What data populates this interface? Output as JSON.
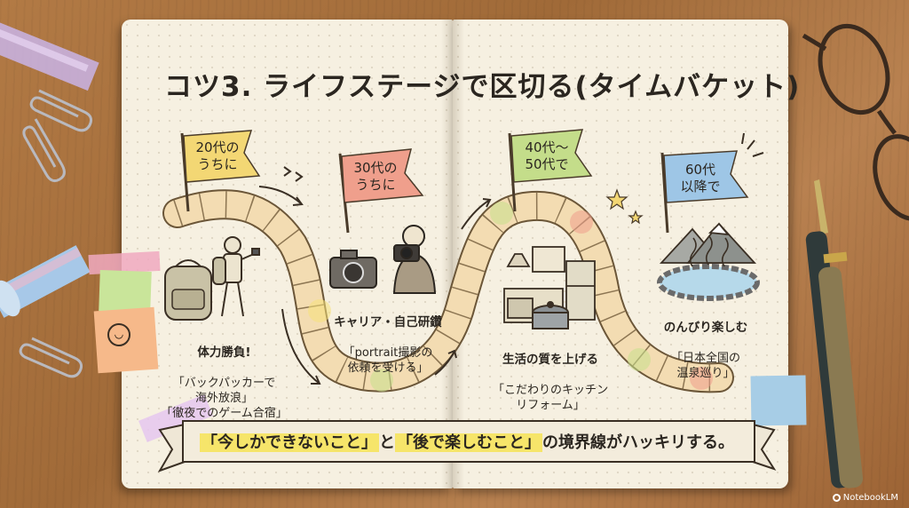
{
  "title": "コツ3. ライフステージで区切る(タイムバケット)",
  "stages": [
    {
      "flag": "20代の\nうちに",
      "heading": "体力勝負!",
      "body": "「バックパッカーで\n海外放浪」\n「徹夜でのゲーム合宿」",
      "flag_color": "#f3d774"
    },
    {
      "flag": "30代の\nうちに",
      "heading": "キャリア・自己研鑽",
      "body": "「portrait撮影の\n依頼を受ける」",
      "flag_color": "#ef9f8c"
    },
    {
      "flag": "40代〜\n50代で",
      "heading": "生活の質を上げる",
      "body": "「こだわりのキッチン\nリフォーム」",
      "flag_color": "#c4dd8a"
    },
    {
      "flag": "60代\n以降で",
      "heading": "のんびり楽しむ",
      "body": "「日本全国の\n温泉巡り」",
      "flag_color": "#9ec6e6"
    }
  ],
  "banner": {
    "part1": "「今しかできないこと」",
    "part2": "と",
    "part3": "「後で楽しむこと」",
    "part4": "の境界線がハッキリする。"
  },
  "watermark": "NotebookLM",
  "icons": [
    "backpack-icon",
    "traveler-icon",
    "camera-icon",
    "photographer-icon",
    "kitchen-icon",
    "pot-icon",
    "hot-spring-icon",
    "mountain-icon",
    "star-icon",
    "smiley-icon",
    "paperclip-icon",
    "glasses-icon",
    "fountain-pen-icon",
    "washi-tape-icon"
  ]
}
